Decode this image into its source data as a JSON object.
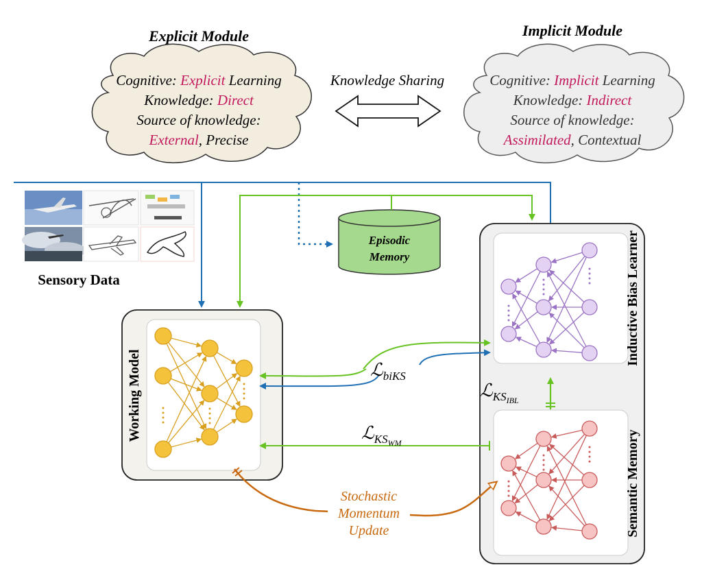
{
  "explicit_module": {
    "title": "Explicit  Module",
    "line1_prefix": "Cognitive: ",
    "line1_highlight": "Explicit",
    "line1_suffix": " Learning",
    "line2_prefix": "Knowledge: ",
    "line2_highlight": "Direct",
    "line3": "Source of knowledge:",
    "line4_highlight": "External",
    "line4_suffix": ", Precise"
  },
  "implicit_module": {
    "title": "Implicit  Module",
    "line1_prefix": "Cognitive: ",
    "line1_highlight": "Implicit",
    "line1_suffix": " Learning",
    "line2_prefix": "Knowledge: ",
    "line2_highlight": "Indirect",
    "line3": "Source of knowledge:",
    "line4_highlight": "Assimilated",
    "line4_suffix": ", Contextual"
  },
  "knowledge_sharing": "Knowledge Sharing",
  "sensory_data": "Sensory Data",
  "episodic_memory": {
    "line1": "Episodic",
    "line2": "Memory"
  },
  "working_model": "Working Model",
  "inductive_bias_learner": "Inductive Bias Learner",
  "semantic_memory": "Semantic Memory",
  "losses": {
    "bi_ks_main": "ℒ",
    "bi_ks_sub": "biKS",
    "ks_ibl_main": "ℒ",
    "ks_ibl_sub": "KS",
    "ks_ibl_subsub": "IBL",
    "ks_wm_main": "ℒ",
    "ks_wm_sub": "KS",
    "ks_wm_subsub": "WM"
  },
  "stochastic_update": {
    "line1": "Stochastic",
    "line2": "Momentum",
    "line3": "Update"
  },
  "colors": {
    "highlight": "#c2185b",
    "blue_arrow": "#1f6fb5",
    "green_arrow": "#66c322",
    "orange_arrow": "#c8690f",
    "working_node": "#f5c33b",
    "working_edge": "#d9a020",
    "ibl_node": "#e3d2f2",
    "ibl_edge": "#9a73c4",
    "semantic_node": "#f7c3c3",
    "semantic_edge": "#c85a5a",
    "explicit_cloud": "#f3ede0",
    "implicit_cloud": "#eeeeee",
    "episodic_fill": "#a5d98d"
  }
}
